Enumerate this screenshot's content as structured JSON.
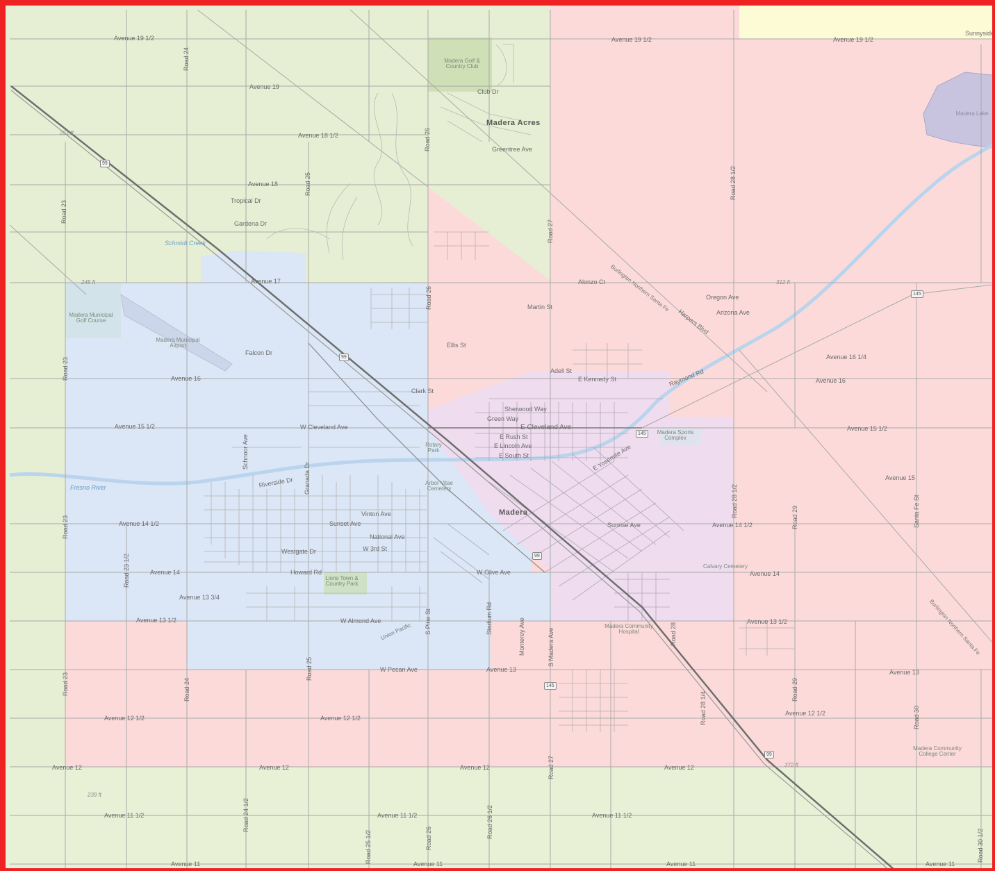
{
  "colors": {
    "green": "#e6efd3",
    "pink": "#fcdada",
    "blue": "#dbe6f6",
    "violet": "#efdcef",
    "yellow": "#fdfbd6",
    "border": "#ee2222",
    "roads": "#a9a9a9",
    "water": "#b9d4ec",
    "rail": "#6e6e6e"
  },
  "labels": {
    "place_madera_acres": "Madera Acres",
    "place_madera": "Madera",
    "place_golf_club": "Madera Golf & Country Club",
    "place_municipal_golf": "Madera Municipal Golf Course",
    "place_airport": "Madera Municipal Airport",
    "place_madera_lake": "Madera Lake",
    "place_sports": "Madera Sports Complex",
    "place_cemetery_arbor": "Arbor Vitae Cemetery",
    "place_calvary": "Calvary Cemetery",
    "place_hospital": "Madera Community Hospital",
    "place_lions": "Lions Town & Country Park",
    "place_college": "Madera Community College Center",
    "place_rotary": "Rotary Park",
    "water_fresno_river": "Fresno River",
    "water_schmidt": "Schmidt Creek",
    "rail_bnsf_1": "Burlington Northern Santa Fe",
    "rail_bnsf_2": "Burlington Northern Santa Fe",
    "rail_up": "Union Pacific",
    "elev_251": "251 ft",
    "elev_245": "245 ft",
    "elev_312": "312 ft",
    "elev_372": "372 ft",
    "elev_239": "239 ft",
    "road_av19h_w": "Avenue 19 1/2",
    "road_av19h_m": "Avenue 19 1/2",
    "road_av19h_e": "Avenue 19 1/2",
    "road_av19": "Avenue 19",
    "road_av18h": "Avenue 18 1/2",
    "road_av18": "Avenue 18",
    "road_av17": "Avenue 17",
    "road_av16": "Avenue 16",
    "road_av16_e": "Avenue 16",
    "road_av16q": "Avenue 16 1/4",
    "road_av15h_w": "Avenue 15 1/2",
    "road_av15h_e": "Avenue 15 1/2",
    "road_av15": "Avenue 15",
    "road_av14h_w": "Avenue 14 1/2",
    "road_av14h_e": "Avenue 14 1/2",
    "road_av14_w": "Avenue 14",
    "road_av14_e": "Avenue 14",
    "road_av13q": "Avenue 13 3/4",
    "road_av13h_w": "Avenue 13 1/2",
    "road_av13h_e": "Avenue 13 1/2",
    "road_av13_m": "Avenue 13",
    "road_av13_e": "Avenue 13",
    "road_av12h_w": "Avenue 12 1/2",
    "road_av12h_m": "Avenue 12 1/2",
    "road_av12h_e": "Avenue 12 1/2",
    "road_av12_1": "Avenue 12",
    "road_av12_2": "Avenue 12",
    "road_av12_3": "Avenue 12",
    "road_av12_4": "Avenue 12",
    "road_av11h_1": "Avenue 11 1/2",
    "road_av11h_2": "Avenue 11 1/2",
    "road_av11h_3": "Avenue 11 1/2",
    "road_av11_1": "Avenue 11",
    "road_av11_2": "Avenue 11",
    "road_av11_3": "Avenue 11",
    "road_av11_4": "Avenue 11",
    "road_club": "Club Dr",
    "road_greentree": "Greentree Ave",
    "road_tropical": "Tropical Dr",
    "road_gardena": "Gardena Dr",
    "road_alonzo": "Alonzo Ct",
    "road_oregon": "Oregon Ave",
    "road_arizona": "Arizona Ave",
    "road_martin": "Martin St",
    "road_ellis": "Ellis St",
    "road_falcon": "Falcon Dr",
    "road_adell": "Adell St",
    "road_kennedy": "E Kennedy St",
    "road_clark": "Clark St",
    "road_sherwood": "Sherwood Way",
    "road_green": "Green Way",
    "road_cleveland_e": "E Cleveland Ave",
    "road_cleveland_w": "W Cleveland Ave",
    "road_rush": "E Rush St",
    "road_lincoln": "E Lincoln Ave",
    "road_south": "E South St",
    "road_yosemite": "E Yosemite Ave",
    "road_sunset": "Sunset Ave",
    "road_national": "National Ave",
    "road_westgate": "Westgate Dr",
    "road_howard": "Howard Rd",
    "road_olive": "W Olive Ave",
    "road_almond": "W Almond Ave",
    "road_pecan": "W Pecan Ave",
    "road_riverside": "Riverside Dr",
    "road_vinton": "Vinton Ave",
    "road_sunrise": "Sunrise Ave",
    "road_raymond": "Raymond Rd",
    "road_harpers": "Harpers Blvd",
    "road_3rd": "W 3rd St",
    "road_rd23_1": "Road 23",
    "road_rd23_2": "Road 23",
    "road_rd23_3": "Road 23",
    "road_rd23_4": "Road 23",
    "road_rd23h": "Road 23 1/2",
    "road_rd24_1": "Road 24",
    "road_rd24_2": "Road 24",
    "road_rd24h": "Road 24 1/2",
    "road_rd25": "Road 25",
    "road_rd25_2": "Road 25",
    "road_rd25h": "Road 25 1/2",
    "road_rd26": "Road 26",
    "road_rd26_2": "Road 26",
    "road_rd26h": "Road 26 1/2",
    "road_rd26_3": "Road 26",
    "road_rd27_1": "Road 27",
    "road_rd27_2": "Road 27",
    "road_rd28": "Road 28",
    "road_rd28h_1": "Road 28 1/2",
    "road_rd28h_2": "Road 28 1/2",
    "road_rd28q": "Road 28 1/4",
    "road_rd29_1": "Road 29",
    "road_rd29_2": "Road 29",
    "road_rd30": "Road 30",
    "road_rd30h": "Road 30 1/2",
    "road_madera_ave": "S Madera Ave",
    "road_schnoor": "Schnoor Ave",
    "road_granada": "Granada Dr",
    "road_pine": "S Pine St",
    "road_stadium": "Stadium Rd",
    "road_monterey": "Monterey Ave",
    "road_santafe": "Santa Fe St",
    "road_sunnyside": "Sunnyside",
    "shield_99_n": "99",
    "shield_99_m": "99",
    "shield_99_s": "99",
    "shield_99_ss": "99",
    "shield_145_e": "145",
    "shield_145_m": "145",
    "shield_145_s": "145"
  }
}
